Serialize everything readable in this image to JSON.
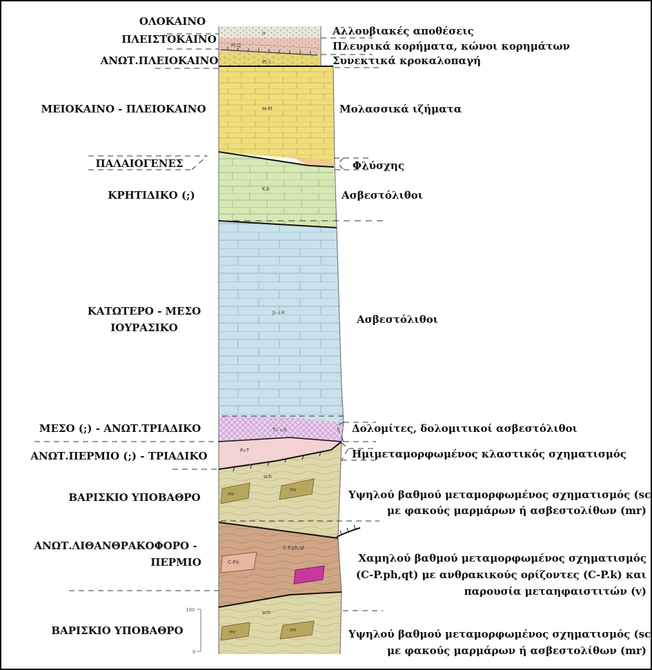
{
  "left_labels": [
    {
      "id": "holocene",
      "text": "ΟΛΟΚΑΙΝΟ"
    },
    {
      "id": "pleistocene",
      "text": "ΠΛΕΙΣΤΟΚΑΙΝΟ"
    },
    {
      "id": "upper-pliocene",
      "text": "ΑΝΩΤ.ΠΛΕΙΟΚΑΙΝΟ"
    },
    {
      "id": "mio-pliocene",
      "text": "ΜΕΙΟΚΑΙΝΟ - ΠΛΕΙΟΚΑΙΝΟ"
    },
    {
      "id": "paleogene",
      "text": "ΠΑΛΑΙΟΓΕΝΕΣ"
    },
    {
      "id": "cretaceous",
      "text": "ΚΡΗΤΙΔΙΚΟ (;)"
    },
    {
      "id": "jurassic-1",
      "text": "ΚΑΤΩΤΕΡΟ - ΜΕΣΟ"
    },
    {
      "id": "jurassic-2",
      "text": "ΙΟΥΡΑΣΙΚΟ"
    },
    {
      "id": "triassic",
      "text": "ΜΕΣΟ (;) - ΑΝΩΤ.ΤΡΙΑΔΙΚΟ"
    },
    {
      "id": "permian-triassic",
      "text": "ΑΝΩΤ.ΠΕΡΜΙΟ (;) - ΤΡΙΑΔΙΚΟ"
    },
    {
      "id": "variscan-1",
      "text": "ΒΑΡΙΣΚΙΟ ΥΠΟΒΑΘΡΟ"
    },
    {
      "id": "carb-perm-1",
      "text": "ΑΝΩΤ.ΛΙΘΑΝΘΡΑΚΟΦΟΡΟ -"
    },
    {
      "id": "carb-perm-2",
      "text": "ΠΕΡΜΙΟ"
    },
    {
      "id": "variscan-2",
      "text": "ΒΑΡΙΣΚΙΟ ΥΠΟΒΑΘΡΟ"
    }
  ],
  "right_labels": [
    {
      "id": "alluvial",
      "text": "Αλλουβιακές αποθέσεις"
    },
    {
      "id": "scree",
      "text": "Πλευρικά κορήματα, κώνοι κορημάτων"
    },
    {
      "id": "conglomerates",
      "text": "Συνεκτικά κροκαλοπαγή"
    },
    {
      "id": "molasse",
      "text": "Μολασσικά ιζήματα"
    },
    {
      "id": "flysch",
      "text": "Φλύσχης"
    },
    {
      "id": "limestones-1",
      "text": "Ασβεστόλιθοι"
    },
    {
      "id": "limestones-2",
      "text": "Ασβεστόλιθοι"
    },
    {
      "id": "dolomites",
      "text": "Δολομίτες, δολομιτικοί ασβεστόλιθοι"
    },
    {
      "id": "semi-meta",
      "text": "Ημιμεταμορφωμένος κλαστικός σχηματισμός"
    },
    {
      "id": "highgrade-1a",
      "text": "Υψηλού βαθμού μεταμορφωμένος σχηματισμός (sch)"
    },
    {
      "id": "highgrade-1b",
      "text": "με φακούς μαρμάρων ή ασβεστολίθων (mr)"
    },
    {
      "id": "lowgrade-a",
      "text": "Χαμηλού βαθμού μεταμορφωμένος σχηματισμός"
    },
    {
      "id": "lowgrade-b",
      "text": "(C-P.ph,qt) με ανθρακικούς ορίζοντες (C-P.k) και"
    },
    {
      "id": "lowgrade-c",
      "text": "παρουσία μεταηφαιστιτών (v)"
    },
    {
      "id": "highgrade-2a",
      "text": "Υψηλού βαθμού μεταμορφωμένος σχηματισμός (sch)"
    },
    {
      "id": "highgrade-2b",
      "text": "με φακούς μαρμάρων ή ασβεστολίθων (mr)"
    }
  ],
  "column_codes": [
    "a",
    "Pl.Q",
    "Pt.c",
    "M-Pl",
    "K.k",
    "J₁₋₂.k",
    "T₂₋₃.d",
    "P₃-T",
    "sch",
    "mr",
    "mr",
    "C-P.ph,qt",
    "C-P.k",
    "sch",
    "mr",
    "mr"
  ],
  "scale": {
    "top": "100",
    "bottom": "0"
  },
  "colors": {
    "alluvial": "#e9e6dd",
    "scree": "#e8c4b6",
    "conglomerate": "#e8d878",
    "molasse": "#f2de78",
    "flysch": "#f1c98f",
    "cretaceous_limestone": "#d6e8b4",
    "jurassic_limestone": "#c9e1ea",
    "dolomite": "#eccdf0",
    "semi_metamorphic": "#f3d2d2",
    "schist": "#ddd7a9",
    "marble": "#b5a85e",
    "phyllite": "#cfa585",
    "metavolcanic": "#c8389c"
  }
}
